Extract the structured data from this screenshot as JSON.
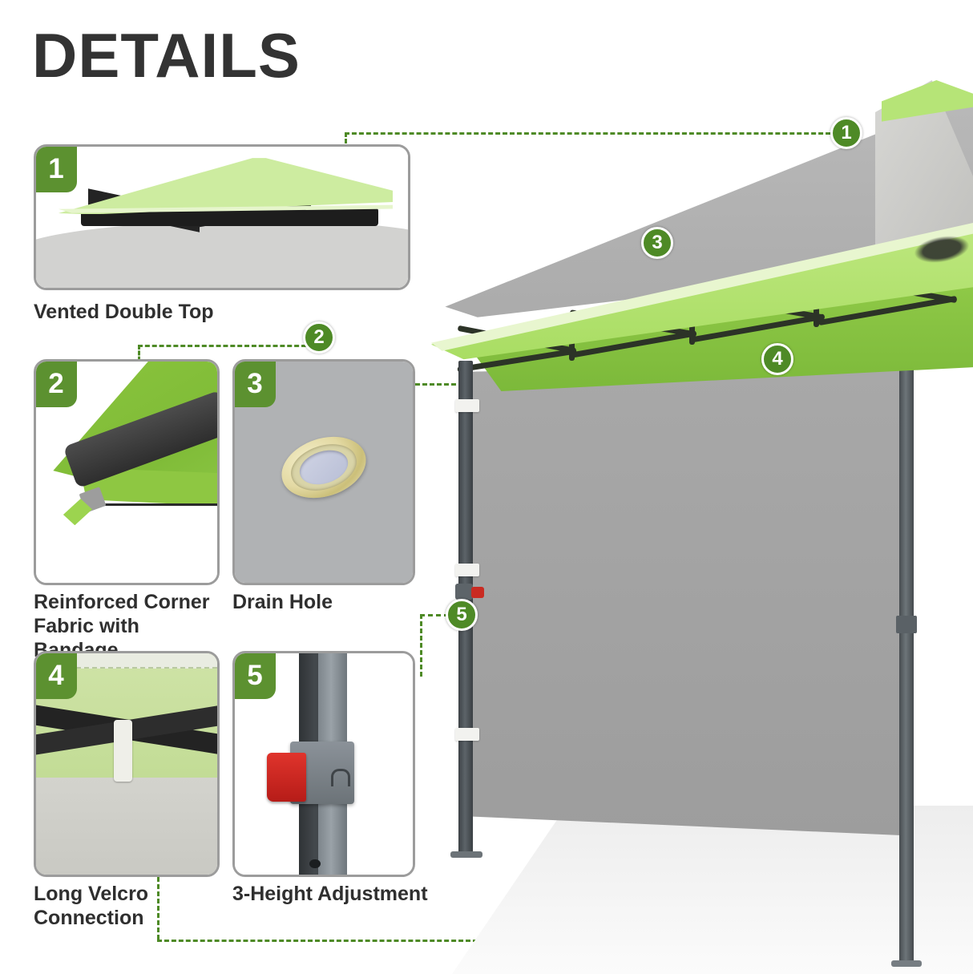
{
  "page": {
    "title": "DETAILS",
    "background_color": "#ffffff",
    "accent_green": "#4e8a26",
    "badge_green": "#5c9130",
    "text_color": "#2f2f2f",
    "panel_border_color": "#9c9c9c"
  },
  "features": [
    {
      "number": "1",
      "caption": "Vented Double Top",
      "marker": "1",
      "subject": "vented-double-top"
    },
    {
      "number": "2",
      "caption": "Reinforced Corner\nFabric with Bandage",
      "caption_line1": "Reinforced Corner",
      "caption_line2": "Fabric with Bandage",
      "marker": "2",
      "subject": "reinforced-corner-fabric"
    },
    {
      "number": "3",
      "caption": "Drain Hole",
      "marker": "3",
      "subject": "drain-hole"
    },
    {
      "number": "4",
      "caption": "Long Velcro\nConnection",
      "caption_line1": "Long Velcro",
      "caption_line2": "Connection",
      "marker": "4",
      "subject": "long-velcro-connection"
    },
    {
      "number": "5",
      "caption": "3-Height Adjustment",
      "marker": "5",
      "subject": "three-height-adjustment"
    }
  ],
  "product": {
    "name": "pop-up-canopy-tent",
    "canopy_top_color": "#b2b2b2",
    "canopy_trim_color": "#b6e477",
    "canopy_underside_color": "#8fc947",
    "frame_color": "#2c3327",
    "leg_color": "#5d6469",
    "sidewall_color": "#a3a3a3",
    "latch_color": "#c92b22",
    "velcro_color": "#f2f2ef",
    "logo": "brand-logo"
  }
}
